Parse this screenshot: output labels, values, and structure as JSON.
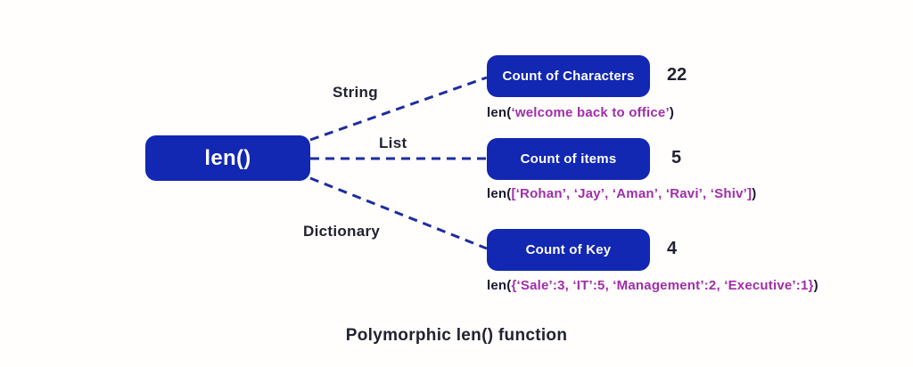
{
  "colors": {
    "node_blue": "#1227b2",
    "connector_navy": "#1e2da0",
    "code_purple": "#a12dab",
    "text_dark": "#222330",
    "node_text": "#ffffff",
    "background": "#fffefd"
  },
  "main_node": {
    "label": "len()"
  },
  "rows": [
    {
      "branch_label": "String",
      "box_label": "Count of Characters",
      "value": "22",
      "code": {
        "prefix": "len(",
        "inner": "‘welcome back to office’",
        "suffix": ")"
      }
    },
    {
      "branch_label": "List",
      "box_label": "Count of items",
      "value": "5",
      "code": {
        "prefix": "len(",
        "inner": "[‘Rohan’, ‘Jay’, ‘Aman’, ‘Ravi’, ‘Shiv’]",
        "suffix": ")"
      }
    },
    {
      "branch_label": "Dictionary",
      "box_label": "Count of Key",
      "value": "4",
      "code": {
        "prefix": "len(",
        "inner": "{‘Sale’:3, ‘IT’:5, ‘Management’:2, ‘Executive’:1}",
        "suffix": ")"
      }
    }
  ],
  "caption": "Polymorphic len() function"
}
